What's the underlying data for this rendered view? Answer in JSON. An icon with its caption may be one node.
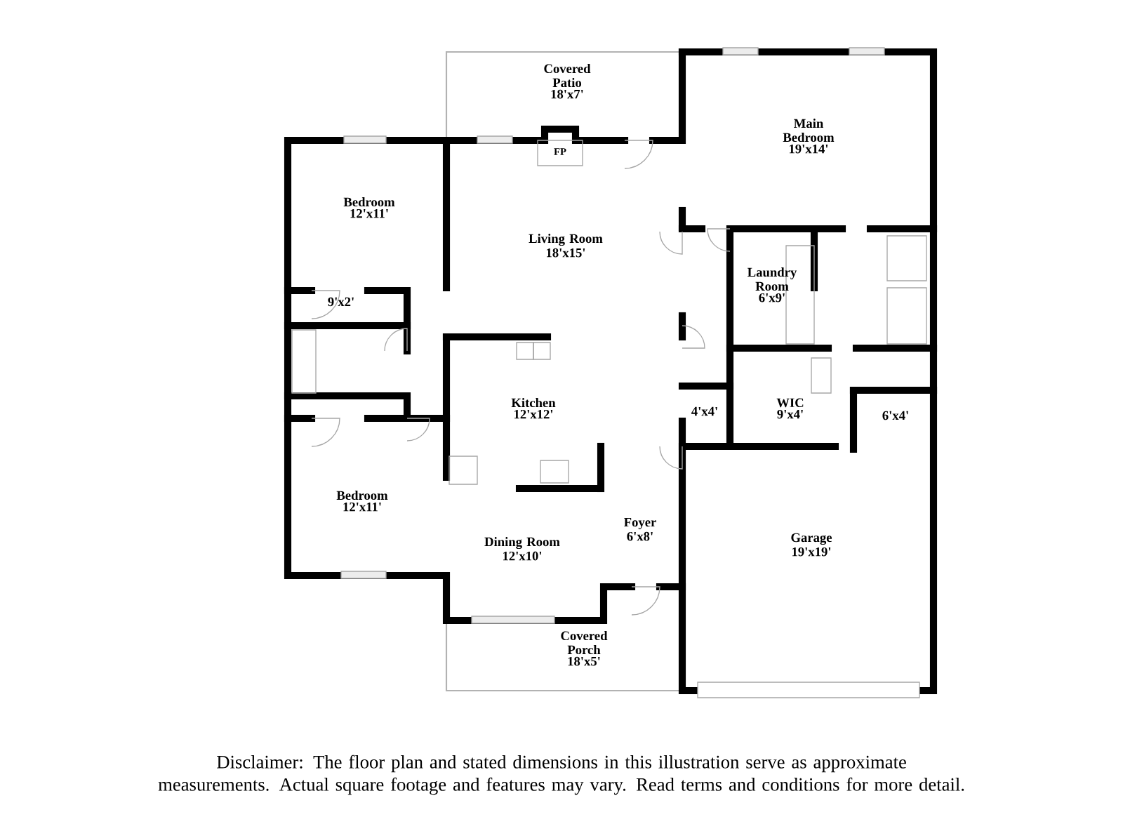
{
  "diagram": {
    "labels": [
      "Covered Patio",
      "18'x7'",
      "Main Bedroom",
      "19'x14'",
      "FP",
      "Bedroom",
      "12'x11'",
      "Living Room",
      "18'x15'",
      "Laundry Room",
      "6'x9'",
      "9'x2'",
      "Kitchen",
      "12'x12'",
      "WIC",
      "9'x4'",
      "4'x4'",
      "6'x4'",
      "Bedroom",
      "12'x11'",
      "Foyer",
      "6'x8'",
      "Dining Room",
      "12'x10'",
      "Garage",
      "19'x19'",
      "Covered Porch",
      "18'x5'",
      "Disclaimer: The floor plan and stated dimensions in this illustration serve as approximate measurements. Actual square footage and features may vary. Read terms and conditions for more detail."
    ]
  }
}
